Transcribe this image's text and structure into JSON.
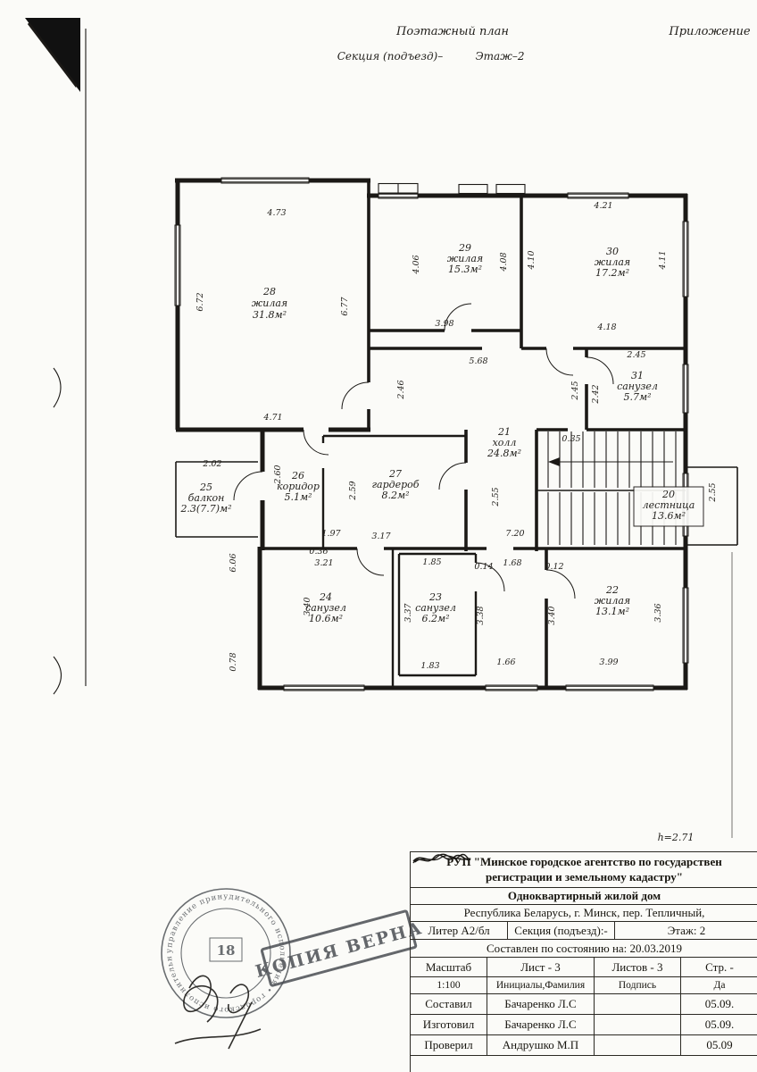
{
  "header": {
    "plan_title": "Поэтажный план",
    "appendix": "Приложение",
    "section_label": "Секция (подъезд)–",
    "floor_label": "Этаж–2"
  },
  "plan": {
    "height_note": "h=2.71",
    "rooms": [
      {
        "num": "28",
        "name": "жилая",
        "area": "31.8м²"
      },
      {
        "num": "29",
        "name": "жилая",
        "area": "15.3м²"
      },
      {
        "num": "30",
        "name": "жилая",
        "area": "17.2м²"
      },
      {
        "num": "31",
        "name": "санузел",
        "area": "5.7м²"
      },
      {
        "num": "21",
        "name": "холл",
        "area": "24.8м²"
      },
      {
        "num": "20",
        "name": "лестница",
        "area": "13.6м²"
      },
      {
        "num": "27",
        "name": "гардероб",
        "area": "8.2м²"
      },
      {
        "num": "26",
        "name": "коридор",
        "area": "5.1м²"
      },
      {
        "num": "25",
        "name": "балкон",
        "area": "2.3(7.7)м²"
      },
      {
        "num": "24",
        "name": "санузел",
        "area": "10.6м²"
      },
      {
        "num": "23",
        "name": "санузел",
        "area": "6.2м²"
      },
      {
        "num": "22",
        "name": "жилая",
        "area": "13.1м²"
      }
    ],
    "dims": [
      "4.73",
      "6.72",
      "6.77",
      "4.06",
      "4.08",
      "4.10",
      "4.21",
      "4.11",
      "3.98",
      "5.68",
      "4.18",
      "2.45",
      "2.45",
      "2.42",
      "2.46",
      "4.71",
      "0.35",
      "2.60",
      "2.02",
      "2.59",
      "2.55",
      "2.55",
      "1.97",
      "0.36",
      "3.17",
      "7.20",
      "6.06",
      "3.21",
      "1.85",
      "0.14",
      "1.68",
      "0.12",
      "3.40",
      "3.37",
      "3.38",
      "3.40",
      "3.36",
      "0.78",
      "1.83",
      "1.66",
      "3.99"
    ]
  },
  "titleblock": {
    "agency_line1": "РУП \"Минское городское агентство по государствен",
    "agency_line2": "регистрации и земельному кадастру\"",
    "object_type": "Одноквартирный жилой дом",
    "address": "Республика Беларусь, г. Минск, пер. Тепличный,",
    "liter": "Литер А2/бл",
    "section": "Секция (подъезд):-",
    "floor": "Этаж: 2",
    "as_of": "Составлен по состоянию на: 20.03.2019",
    "scale_label": "Масштаб",
    "sheet": "Лист -  3",
    "sheets": "Листов - 3",
    "page": "Стр. -",
    "scale_value": "1:100",
    "initials_header": "Инициалы,Фамилия",
    "signature_header": "Подпись",
    "date_header": "Да",
    "rows": [
      {
        "role": "Составил",
        "name": "Бачаренко Л.С",
        "date": "05.09."
      },
      {
        "role": "Изготовил",
        "name": "Бачаренко Л.С",
        "date": "05.09."
      },
      {
        "role": "Проверил",
        "name": "Андрушко М.П",
        "date": "05.09"
      }
    ]
  },
  "stamps": {
    "round_center": "18",
    "round_ring": "управление принудительного исполнения • городского исполнительного комитета •",
    "copy_mark": "КОПИЯ ВЕРНА"
  }
}
